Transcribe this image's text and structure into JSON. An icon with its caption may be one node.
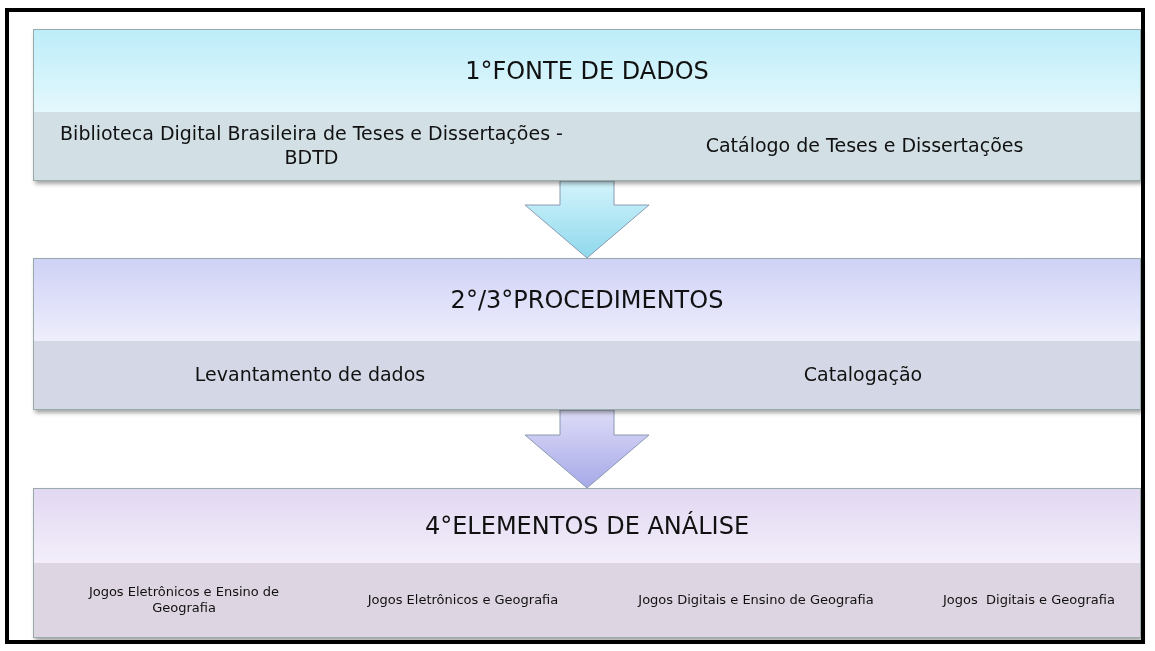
{
  "diagram": {
    "nodes": [
      {
        "text": [
          "1°FONTE DE DADOS"
        ]
      },
      {
        "text": [
          "Biblioteca Digital Brasileira de Teses e Dissertações -BDTD"
        ],
        "in": 0
      },
      {
        "text": [
          "Catálogo de Teses e Dissertações"
        ],
        "in": 0
      },
      {
        "text": [
          "2°/3°PROCEDIMENTOS"
        ]
      },
      {
        "text": [
          "Levantamento de dados"
        ],
        "in": 3
      },
      {
        "text": [
          "Catalogação"
        ],
        "in": 3
      },
      {
        "text": [
          "4°ELEMENTOS DE ANÁLISE"
        ]
      },
      {
        "text": [
          "Jogos Eletrônicos e Ensino de Geografia"
        ],
        "in": 6
      },
      {
        "text": [
          "Jogos Eletrônicos e Geografia"
        ],
        "in": 6
      },
      {
        "text": [
          "Jogos Digitais e Ensino de Geografia"
        ],
        "in": 6
      },
      {
        "text": [
          "Jogos  Digitais e Geografia"
        ],
        "in": 6
      }
    ],
    "edges": [
      {
        "from": 0,
        "to": 3,
        "arrow": "to"
      },
      {
        "from": 3,
        "to": 6,
        "arrow": "to"
      }
    ]
  }
}
